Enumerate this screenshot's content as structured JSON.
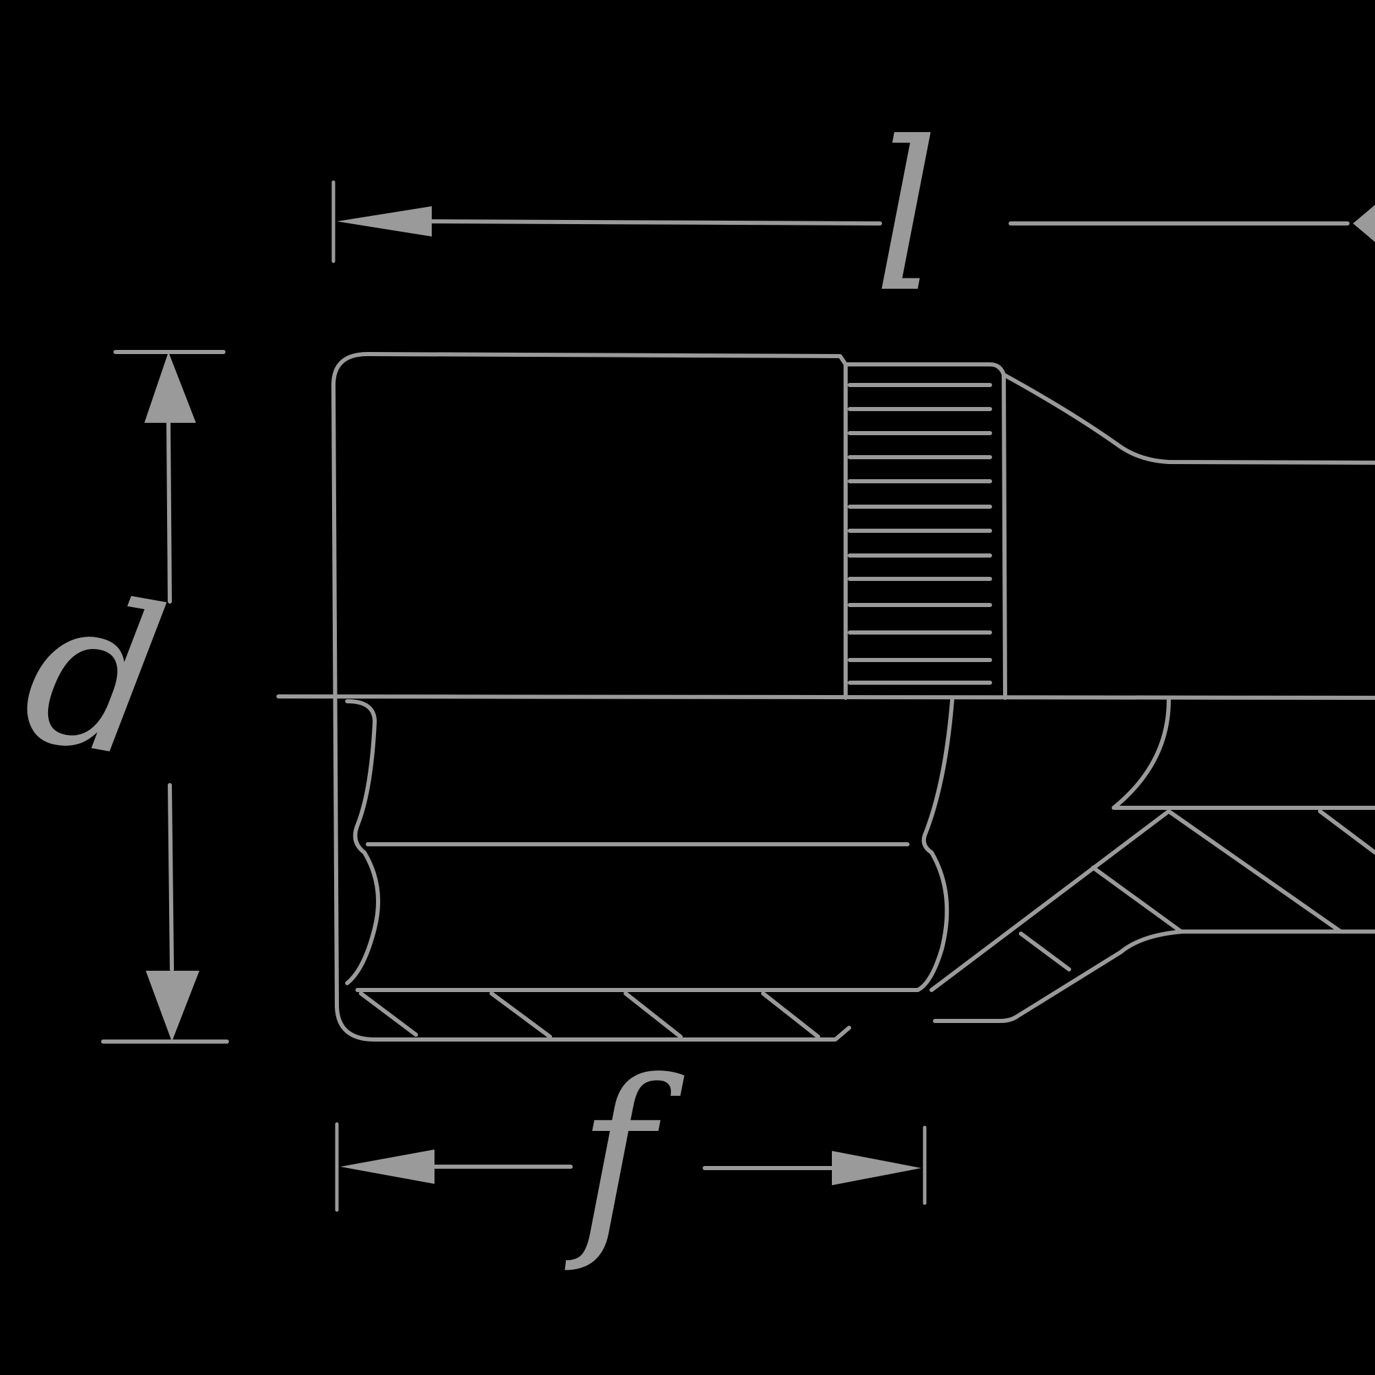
{
  "diagram": {
    "colors": {
      "background": "#000000",
      "stroke": "#9a9a9a"
    },
    "dimensions": {
      "overall_length_label": "l",
      "diameter_label": "d",
      "flute_length_label": "f"
    }
  }
}
